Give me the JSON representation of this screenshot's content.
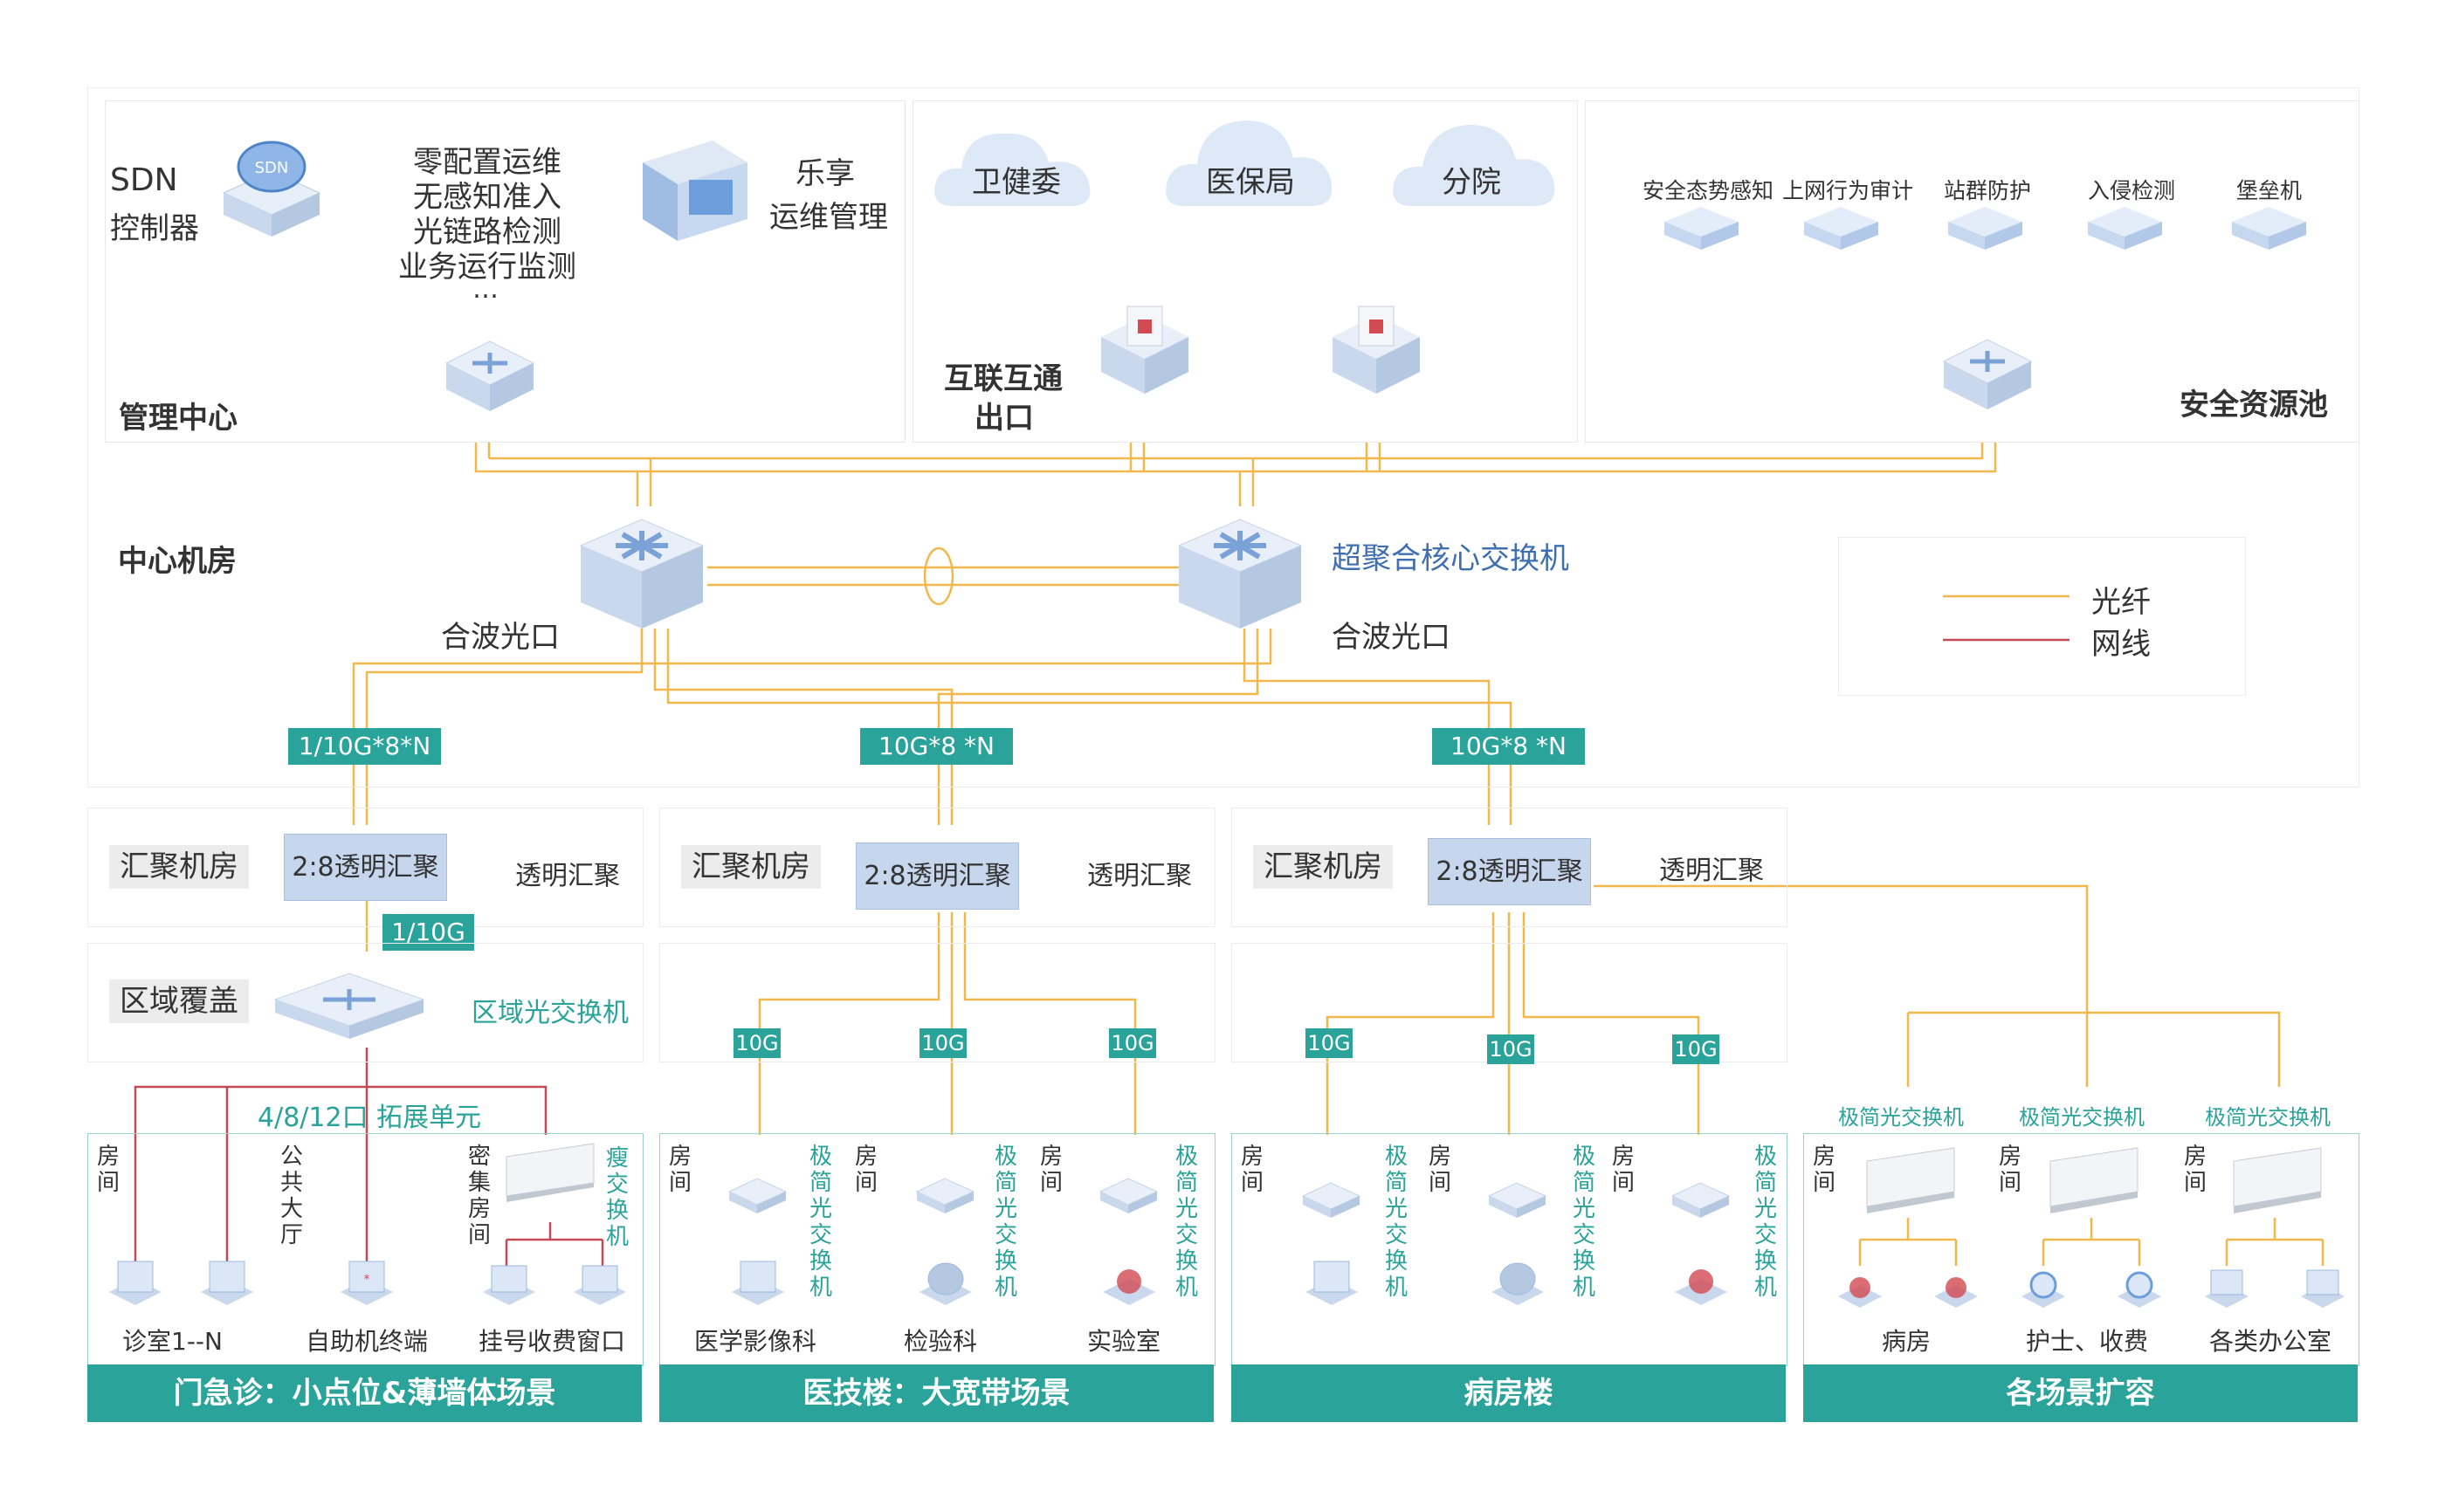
{
  "colors": {
    "fiber": "#f2b84b",
    "network": "#c44a55",
    "teal": "#2aa39a",
    "panel_border": "#e8e8e8",
    "agg_fill": "#c6d6ec"
  },
  "management": {
    "sdn_line1": "SDN",
    "sdn_line2": "控制器",
    "ops": [
      "零配置运维",
      "无感知准入",
      "光链路检测",
      "业务运行监测",
      "…"
    ],
    "lexiang_line1": "乐享",
    "lexiang_line2": "运维管理",
    "title": "管理中心"
  },
  "interconnect": {
    "clouds": [
      "卫健委",
      "医保局",
      "分院"
    ],
    "title_line1": "互联互通",
    "title_line2": "出口"
  },
  "security": {
    "items": [
      "安全态势感知",
      "上网行为审计",
      "站群防护",
      "入侵检测",
      "堡垒机"
    ],
    "title": "安全资源池"
  },
  "core": {
    "room_title": "中心机房",
    "core_label": "超聚合核心交换机",
    "port_left": "合波光口",
    "port_right": "合波光口"
  },
  "legend": {
    "fiber": "光纤",
    "network": "网线"
  },
  "uplinks": [
    "1/10G*8*N",
    "10G*8 *N",
    "10G*8 *N"
  ],
  "agg": {
    "room_label": "汇聚机房",
    "box_label": "2:8透明汇聚",
    "side_label": "透明汇聚"
  },
  "zone": {
    "link": "1/10G",
    "title": "区域覆盖",
    "switch_label": "区域光交换机",
    "expand_label": "4/8/12口 拓展单元"
  },
  "outpatient": {
    "room_lbl": [
      "房",
      "间"
    ],
    "hall_lbl": [
      "公",
      "共",
      "大",
      "厅"
    ],
    "dense_lbl": [
      "密",
      "集",
      "房",
      "间"
    ],
    "thin_lbl": [
      "瘦",
      "交",
      "换",
      "机"
    ],
    "captions": [
      "诊室1--N",
      "自助机终端",
      "挂号收费窗口"
    ],
    "banner": "门急诊：小点位&薄墙体场景"
  },
  "medtech": {
    "link": "10G",
    "room_lbl": [
      "房",
      "间"
    ],
    "switch_lbl": [
      "极",
      "简",
      "光",
      "交",
      "换",
      "机"
    ],
    "captions": [
      "医学影像科",
      "检验科",
      "实验室"
    ],
    "banner": "医技楼：大宽带场景"
  },
  "ward": {
    "captions": [],
    "banner": "病房楼"
  },
  "expansion": {
    "switch_label": "极简光交换机",
    "captions": [
      "病房",
      "护士、收费",
      "各类办公室"
    ],
    "banner": "各场景扩容"
  }
}
